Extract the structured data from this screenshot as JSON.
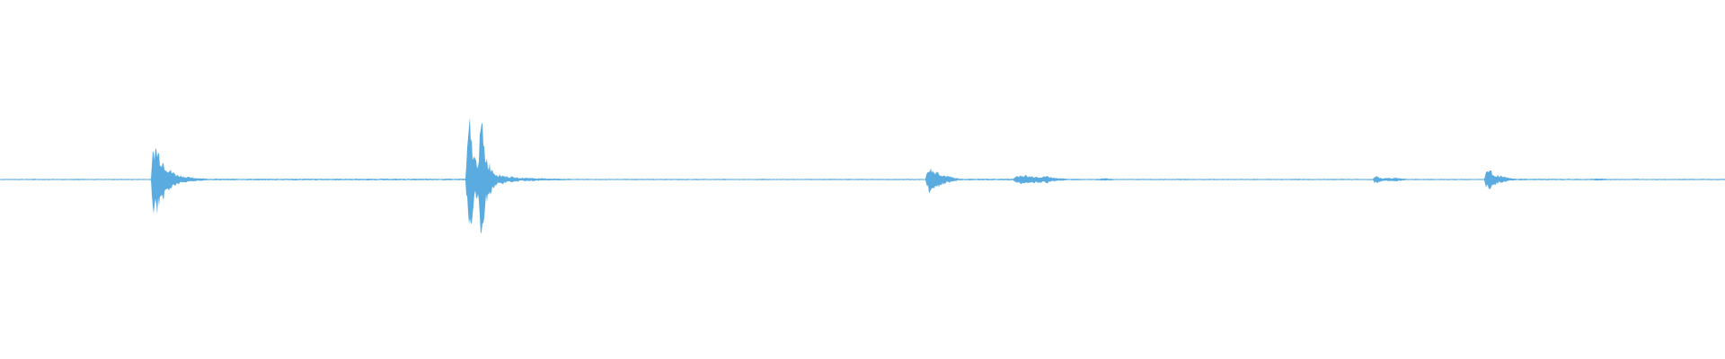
{
  "colors": {
    "background": "#ffffff",
    "waveform": "#5aabe0"
  },
  "chart_data": {
    "type": "area",
    "title": "",
    "xlabel": "",
    "ylabel": "",
    "xlim": [
      0,
      1920
    ],
    "ylim": [
      -1,
      1
    ],
    "grid": false,
    "legend": "none",
    "baseline_amplitude": 0.003,
    "series": [
      {
        "x": [
          0,
          168,
          170,
          172,
          174,
          176,
          178,
          180,
          182,
          184,
          186,
          188,
          190,
          192,
          195,
          198,
          202,
          206,
          210,
          214,
          220,
          226,
          232,
          518,
          520,
          522,
          523,
          524,
          526,
          528,
          530,
          532,
          534,
          535,
          536,
          537,
          538,
          540,
          542,
          544,
          546,
          548,
          550,
          552,
          556,
          560,
          564,
          568,
          574,
          580,
          586,
          600,
          620,
          640,
          1030,
          1032,
          1034,
          1036,
          1038,
          1040,
          1042,
          1044,
          1046,
          1048,
          1050,
          1052,
          1056,
          1060,
          1064,
          1068,
          1128,
          1130,
          1134,
          1138,
          1142,
          1146,
          1150,
          1154,
          1158,
          1162,
          1166,
          1170,
          1174,
          1178,
          1182,
          1186,
          1220,
          1230,
          1240,
          1410,
          1420,
          1528,
          1530,
          1532,
          1534,
          1536,
          1538,
          1540,
          1542,
          1546,
          1550,
          1554,
          1558,
          1562,
          1566,
          1652,
          1654,
          1656,
          1658,
          1660,
          1662,
          1664,
          1666,
          1668,
          1672,
          1676,
          1680,
          1686,
          1770,
          1780,
          1790,
          1920
        ],
        "y": [
          0.004,
          0.004,
          0.17,
          0.23,
          0.21,
          0.19,
          0.16,
          0.14,
          0.12,
          0.1,
          0.08,
          0.07,
          0.06,
          0.05,
          0.04,
          0.03,
          0.025,
          0.02,
          0.015,
          0.012,
          0.01,
          0.008,
          0.005,
          0.005,
          0.2,
          0.33,
          0.37,
          0.3,
          0.22,
          0.15,
          0.12,
          0.14,
          0.25,
          0.35,
          0.38,
          0.33,
          0.25,
          0.18,
          0.14,
          0.11,
          0.09,
          0.07,
          0.05,
          0.04,
          0.03,
          0.03,
          0.02,
          0.018,
          0.015,
          0.01,
          0.012,
          0.008,
          0.006,
          0.004,
          0.004,
          0.05,
          0.08,
          0.07,
          0.06,
          0.05,
          0.06,
          0.05,
          0.04,
          0.035,
          0.03,
          0.025,
          0.02,
          0.015,
          0.01,
          0.005,
          0.005,
          0.02,
          0.025,
          0.03,
          0.025,
          0.02,
          0.022,
          0.02,
          0.018,
          0.02,
          0.022,
          0.015,
          0.012,
          0.01,
          0.008,
          0.005,
          0.004,
          0.008,
          0.004,
          0.004,
          0.004,
          0.004,
          0.02,
          0.025,
          0.02,
          0.015,
          0.01,
          0.008,
          0.01,
          0.012,
          0.01,
          0.012,
          0.008,
          0.006,
          0.004,
          0.004,
          0.05,
          0.07,
          0.06,
          0.05,
          0.04,
          0.035,
          0.03,
          0.025,
          0.02,
          0.015,
          0.01,
          0.005,
          0.004,
          0.008,
          0.004,
          0.004
        ]
      }
    ]
  }
}
